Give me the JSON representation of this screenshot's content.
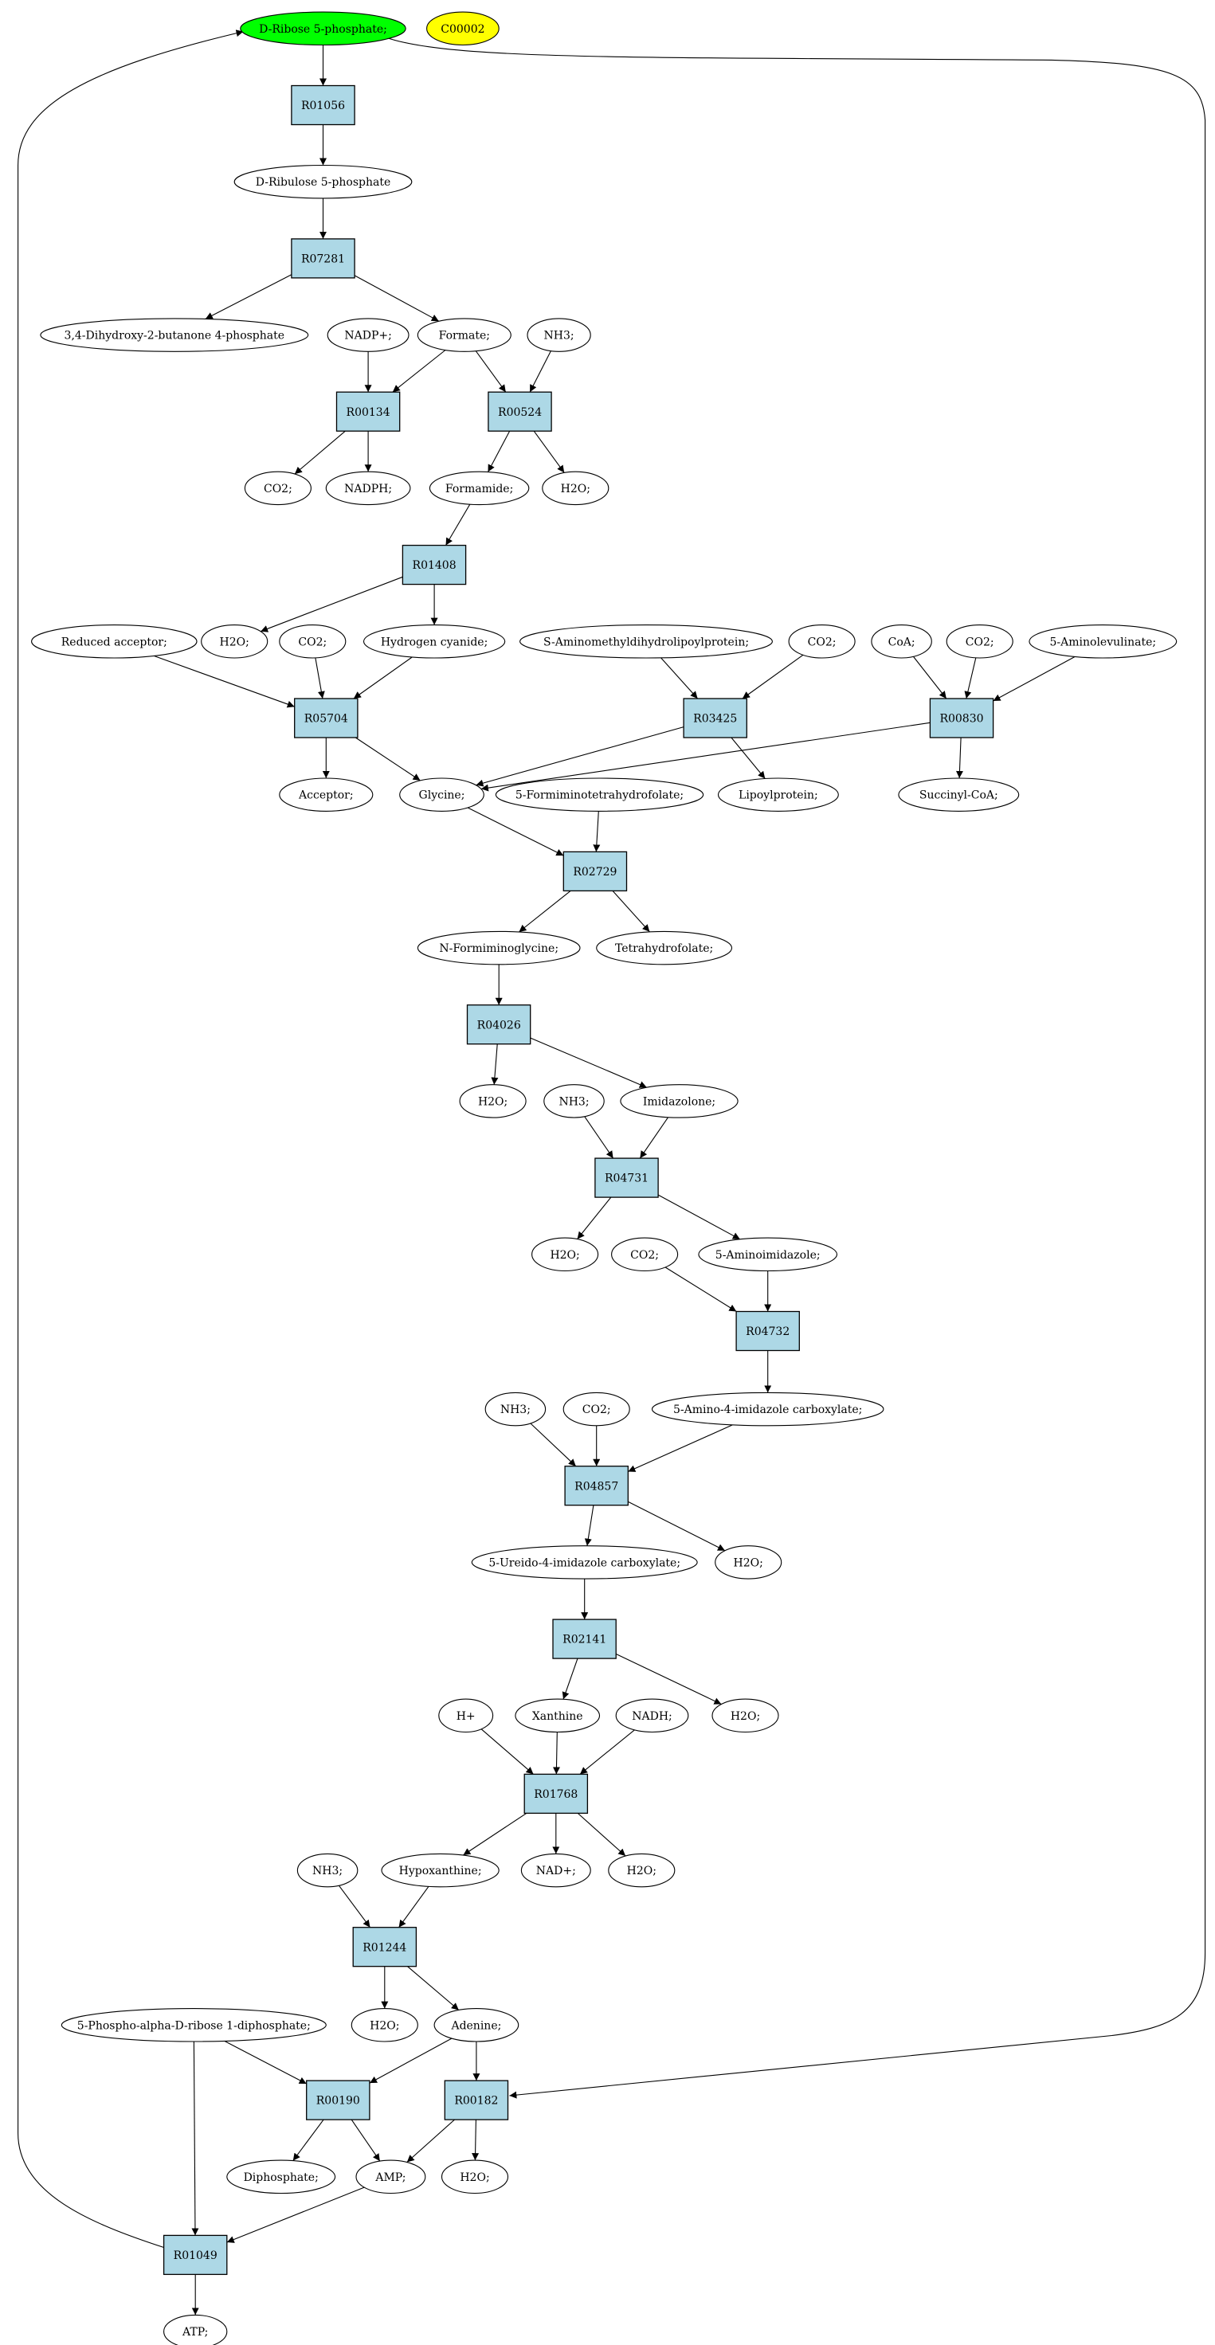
{
  "title_node": "D-Ribose 5-phosphate;",
  "compound_id": "C00002",
  "reactions": {
    "R01056": "R01056",
    "R07281": "R07281",
    "R00134": "R00134",
    "R00524": "R00524",
    "R01408": "R01408",
    "R05704": "R05704",
    "R03425": "R03425",
    "R00830": "R00830",
    "R02729": "R02729",
    "R04026": "R04026",
    "R04731": "R04731",
    "R04732": "R04732",
    "R04857": "R04857",
    "R02141": "R02141",
    "R01768": "R01768",
    "R01244": "R01244",
    "R00190": "R00190",
    "R00182": "R00182",
    "R01049": "R01049"
  },
  "metabolites": {
    "ru5p": "D-Ribulose 5-phosphate",
    "dhbp": "3,4-Dihydroxy-2-butanone 4-phosphate",
    "nadp": "NADP+;",
    "formate": "Formate;",
    "nh3_1": "NH3;",
    "co2_1": "CO2;",
    "nadph": "NADPH;",
    "formamide": "Formamide;",
    "h2o_1": "H2O;",
    "red_acc": "Reduced acceptor;",
    "h2o_2": "H2O;",
    "co2_2": "CO2;",
    "hcn": "Hydrogen cyanide;",
    "s_amino": "S-Aminomethyldihydrolipoylprotein;",
    "co2_3": "CO2;",
    "coa": "CoA;",
    "co2_4": "CO2;",
    "ala": "5-Aminolevulinate;",
    "acceptor": "Acceptor;",
    "glycine": "Glycine;",
    "fthf": "5-Formiminotetrahydrofolate;",
    "lipoyl": "Lipoylprotein;",
    "succoa": "Succinyl-CoA;",
    "nfg": "N-Formiminoglycine;",
    "thf": "Tetrahydrofolate;",
    "h2o_3": "H2O;",
    "nh3_2": "NH3;",
    "imidazolone": "Imidazolone;",
    "h2o_4": "H2O;",
    "co2_5": "CO2;",
    "aminoimid": "5-Aminoimidazole;",
    "nh3_3": "NH3;",
    "co2_6": "CO2;",
    "aic": "5-Amino-4-imidazole carboxylate;",
    "uic": "5-Ureido-4-imidazole carboxylate;",
    "h2o_5": "H2O;",
    "hplus": "H+",
    "xanthine": "Xanthine",
    "nadh": "NADH;",
    "h2o_6": "H2O;",
    "nh3_4": "NH3;",
    "hypox": "Hypoxanthine;",
    "nad": "NAD+;",
    "h2o_7": "H2O;",
    "prpp": "5-Phospho-alpha-D-ribose 1-diphosphate;",
    "h2o_8": "H2O;",
    "adenine": "Adenine;",
    "diphos": "Diphosphate;",
    "amp": "AMP;",
    "h2o_9": "H2O;",
    "atp": "ATP;"
  },
  "colors": {
    "start_node": "#00ff00",
    "id_node": "#ffff00",
    "reaction_fill": "#add8e6",
    "metabolite_fill": "#ffffff"
  }
}
